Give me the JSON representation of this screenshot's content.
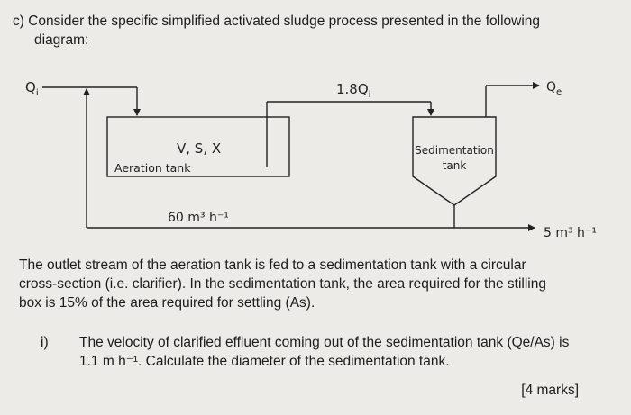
{
  "question": {
    "prefix": "c)",
    "line1": "Consider the specific simplified activated sludge process presented in the following",
    "line2": "diagram:"
  },
  "diagram": {
    "inlet_label": "Q",
    "inlet_sub": "i",
    "recycle_top_label": "1.8Q",
    "recycle_top_sub": "i",
    "effluent_label": "Q",
    "effluent_sub": "e",
    "aeration_vars": "V, S, X",
    "aeration_name": "Aeration tank",
    "sed_name_line1": "Sedimentation",
    "sed_name_line2": "tank",
    "recycle_flow": "60 m³ h⁻¹",
    "waste_flow": "5 m³ h⁻¹"
  },
  "paragraph": {
    "line1": "The outlet stream of the aeration tank is fed to a sedimentation tank with a circular",
    "line2": "cross-section (i.e. clarifier). In the sedimentation tank, the area required for the stilling",
    "line3": "box is 15% of the area required for settling (As)."
  },
  "part_i": {
    "label": "i)",
    "line1": "The velocity of clarified effluent coming out of the sedimentation tank (Qe/As) is",
    "line2": "1.1 m h⁻¹. Calculate the diameter of the sedimentation tank."
  },
  "marks": "[4 marks]"
}
